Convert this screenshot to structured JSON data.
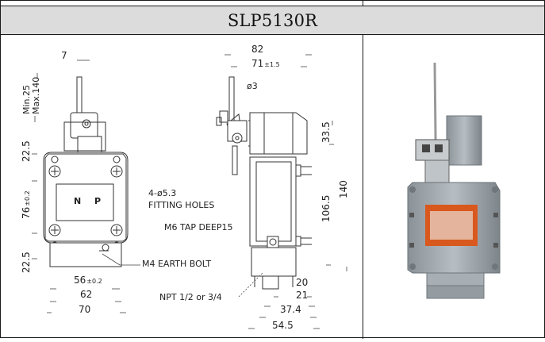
{
  "header": {
    "model": "SLP5130R"
  },
  "dimensions": {
    "d7": "7",
    "d82": "82",
    "d71": "71",
    "d71_tol": "±1.5",
    "d_phi3": "ø3",
    "min25": "Min.25",
    "max140": "Max.140",
    "d22_5_top": "22.5",
    "d76": "76",
    "d76_tol": "±0.2",
    "d22_5_bot": "22.5",
    "d56": "56",
    "d56_tol": "±0.2",
    "d62": "62",
    "d70": "70",
    "d33_5": "33.5",
    "d140": "140",
    "d106_5": "106.5",
    "d20": "20",
    "d21": "21",
    "d37_4": "37.4",
    "d54_5": "54.5"
  },
  "labels": {
    "np_n": "N",
    "np_p": "P",
    "fitting_holes_1": "4-ø5.3",
    "fitting_holes_2": "FITTING HOLES",
    "tap": "M6 TAP DEEP15",
    "earth_bolt": "M4 EARTH BOLT",
    "npt": "NPT 1/2 or 3/4"
  }
}
